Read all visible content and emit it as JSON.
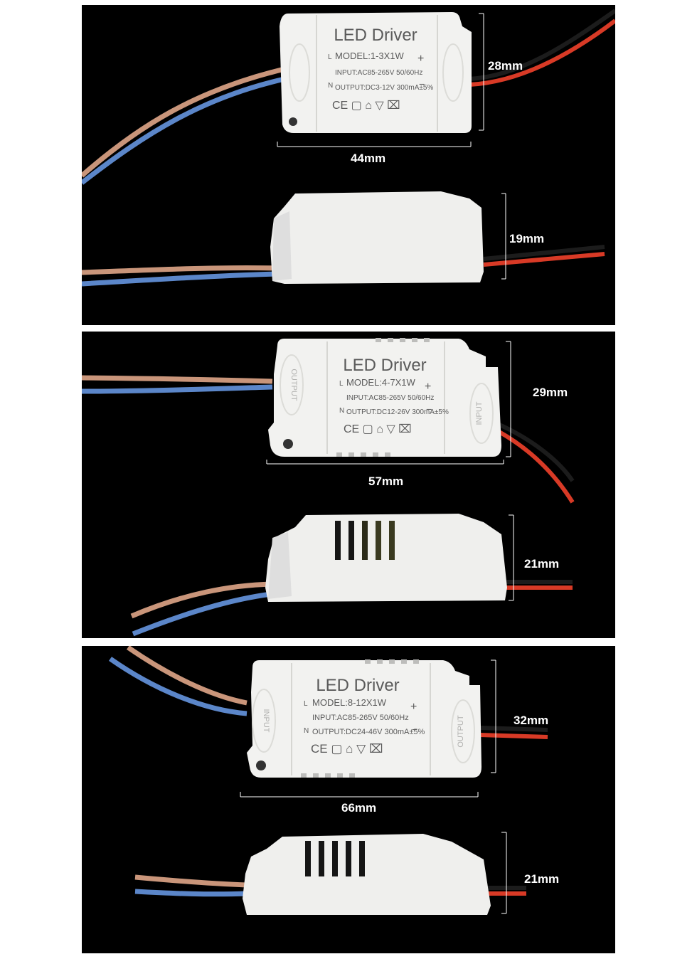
{
  "panels": [
    {
      "label": {
        "title": "LED Driver",
        "model": "MODEL:1-3X1W",
        "input": "INPUT:AC85-265V 50/60Hz",
        "output": "OUTPUT:DC3-12V 300mA±5%"
      },
      "width_dim": "44mm",
      "height_dim_top": "28mm",
      "height_dim_side": "19mm"
    },
    {
      "label": {
        "title": "LED Driver",
        "model": "MODEL:4-7X1W",
        "input": "INPUT:AC85-265V 50/60Hz",
        "output": "OUTPUT:DC12-26V 300mA±5%",
        "side_left": "OUTPUT",
        "side_right": "INPUT"
      },
      "width_dim": "57mm",
      "height_dim_top": "29mm",
      "height_dim_side": "21mm"
    },
    {
      "label": {
        "title": "LED  Driver",
        "model": "MODEL:8-12X1W",
        "input": "INPUT:AC85-265V 50/60Hz",
        "output": "OUTPUT:DC24-46V 300mA±5%",
        "side_left": "INPUT",
        "side_right": "OUTPUT"
      },
      "width_dim": "66mm",
      "height_dim_top": "32mm",
      "height_dim_side": "21mm"
    }
  ],
  "common": {
    "terminal_l": "L",
    "terminal_n": "N",
    "plus": "+",
    "minus": "−",
    "marks": "CE ▢ ⌂ ▽ ⌧"
  },
  "colors": {
    "background": "#000000",
    "casing": "#f2f2f0",
    "wire_brown": "#c9957a",
    "wire_blue": "#5b86c9",
    "wire_red": "#d83a26",
    "wire_black": "#1c1c1c"
  }
}
